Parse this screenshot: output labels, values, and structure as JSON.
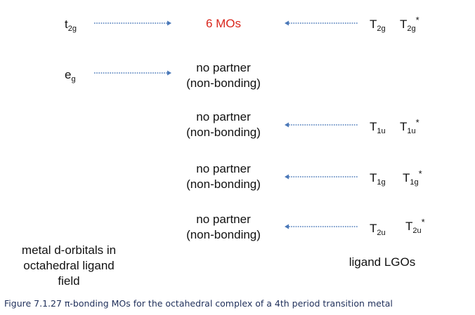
{
  "metal": {
    "t2g": {
      "base": "t",
      "sub": "2g"
    },
    "eg": {
      "base": "e",
      "sub": "g"
    }
  },
  "center": {
    "mos_label": "6 MOs",
    "no_partner": "no partner",
    "non_bonding": "(non-bonding)"
  },
  "ligand": {
    "rows": [
      {
        "a_base": "T",
        "a_sub": "2g",
        "b_base": "T",
        "b_sub": "2g",
        "star": "*"
      },
      {
        "a_base": "T",
        "a_sub": "1u",
        "b_base": "T",
        "b_sub": "1u",
        "star": "*"
      },
      {
        "a_base": "T",
        "a_sub": "1g",
        "b_base": "T",
        "b_sub": "1g",
        "star": "*"
      },
      {
        "a_base": "T",
        "a_sub": "2u",
        "b_base": "T",
        "b_sub": "2u",
        "star": "*"
      }
    ]
  },
  "labels": {
    "metal_line1": "metal d-orbitals in",
    "metal_line2": "octahedral ligand",
    "metal_line3": "field",
    "ligand": "ligand LGOs"
  },
  "caption": "Figure 7.1.27 π-bonding MOs for the octahedral complex of a 4th period transition metal",
  "colors": {
    "arrow": "#4a78b8",
    "mos": "#d9261c",
    "caption": "#1f2f5a"
  }
}
